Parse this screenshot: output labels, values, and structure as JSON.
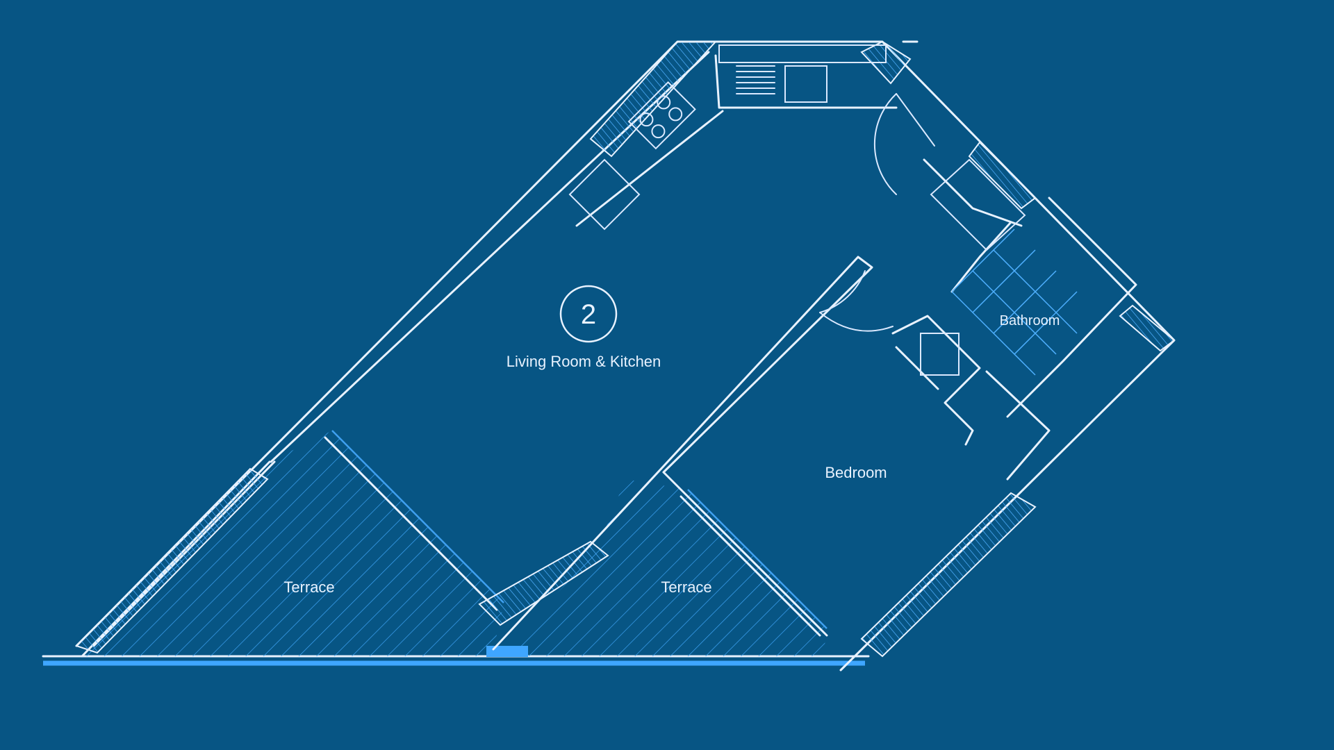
{
  "plan": {
    "unit_number": "2",
    "rooms": {
      "living_kitchen": "Living Room & Kitchen",
      "bedroom": "Bedroom",
      "bathroom": "Bathroom",
      "terrace_left": "Terrace",
      "terrace_right": "Terrace"
    }
  },
  "colors": {
    "background": "#075584",
    "lines": "#e8f2ff",
    "accent": "#3ea3f5"
  }
}
